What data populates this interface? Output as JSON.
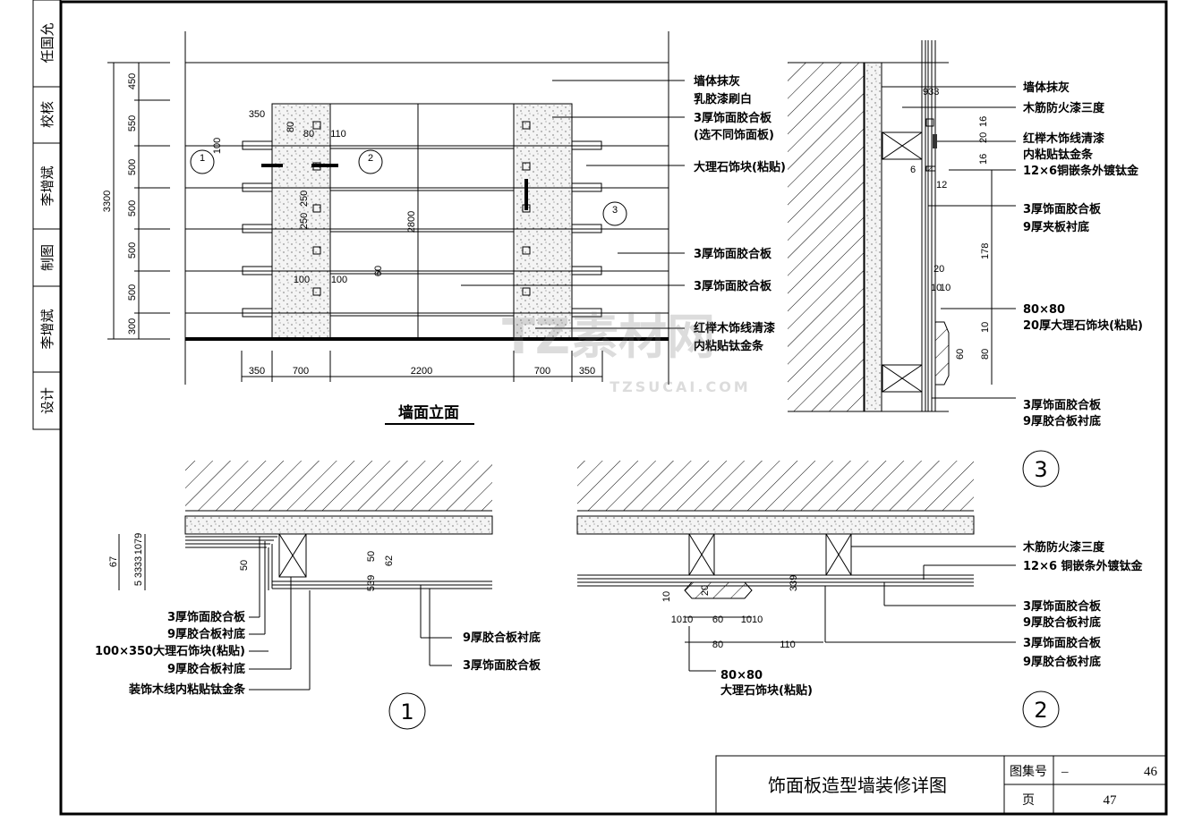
{
  "sidebar": [
    "任国允",
    "校核",
    "李增斌",
    "制图",
    "李增斌",
    "设计"
  ],
  "elevation": {
    "title": "墙面立面",
    "height_dims": [
      "450",
      "550",
      "500",
      "500",
      "500",
      "500",
      "300"
    ],
    "total_height": "3300",
    "inner_height": "2800",
    "width_dims": [
      "350",
      "700",
      "2200",
      "700",
      "350"
    ],
    "small_dims": [
      "350",
      "100",
      "80",
      "80",
      "110",
      "250",
      "250",
      "100",
      "100",
      "60"
    ],
    "section_marks": [
      "1",
      "2",
      "3"
    ],
    "labels": [
      "墙体抹灰",
      "乳胶漆刷白",
      "3厚饰面胶合板",
      "(选不同饰面板)",
      "大理石饰块(粘贴)",
      "3厚饰面胶合板",
      "3厚饰面胶合板",
      "红榉木饰线清漆",
      "内粘贴钛金条"
    ]
  },
  "detail3": {
    "number": "3",
    "labels": [
      "墙体抹灰",
      "木筋防火漆三度",
      "红榉木饰线清漆",
      "内粘贴钛金条",
      "12×6铜嵌条外镀钛金",
      "3厚饰面胶合板",
      "9厚夹板衬底",
      "80×80",
      "20厚大理石饰块(粘贴)",
      "3厚饰面胶合板",
      "9厚胶合板衬底"
    ],
    "dims": [
      "933",
      "16",
      "20",
      "16",
      "6",
      "12",
      "178",
      "20",
      "10",
      "10",
      "10",
      "60",
      "80"
    ]
  },
  "detail1": {
    "number": "1",
    "labels_left": [
      "3厚饰面胶合板",
      "9厚胶合板衬底",
      "100×350大理石饰块(粘贴)",
      "9厚胶合板衬底",
      "装饰木线内粘贴钛金条"
    ],
    "labels_right": [
      "9厚胶合板衬底",
      "3厚饰面胶合板"
    ],
    "dims": [
      "67",
      "1079",
      "33",
      "5",
      "33",
      "50",
      "50",
      "62",
      "539"
    ]
  },
  "detail2": {
    "number": "2",
    "labels_right": [
      "木筋防火漆三度",
      "12×6 铜嵌条外镀钛金",
      "3厚饰面胶合板",
      "9厚胶合板衬底",
      "3厚饰面胶合板",
      "9厚胶合板衬底"
    ],
    "labels_bottom": [
      "80×80",
      "大理石饰块(粘贴)"
    ],
    "dims": [
      "10",
      "20",
      "339",
      "1010",
      "60",
      "1010",
      "80",
      "110"
    ]
  },
  "title_block": {
    "title": "饰面板造型墙装修详图",
    "atlas_label": "图集号",
    "atlas_value_prefix": "–",
    "atlas_value": "46",
    "page_label": "页",
    "page_value": "47"
  },
  "watermark": {
    "logo": "TZ素材网",
    "url": "TZSUCAI.COM"
  }
}
